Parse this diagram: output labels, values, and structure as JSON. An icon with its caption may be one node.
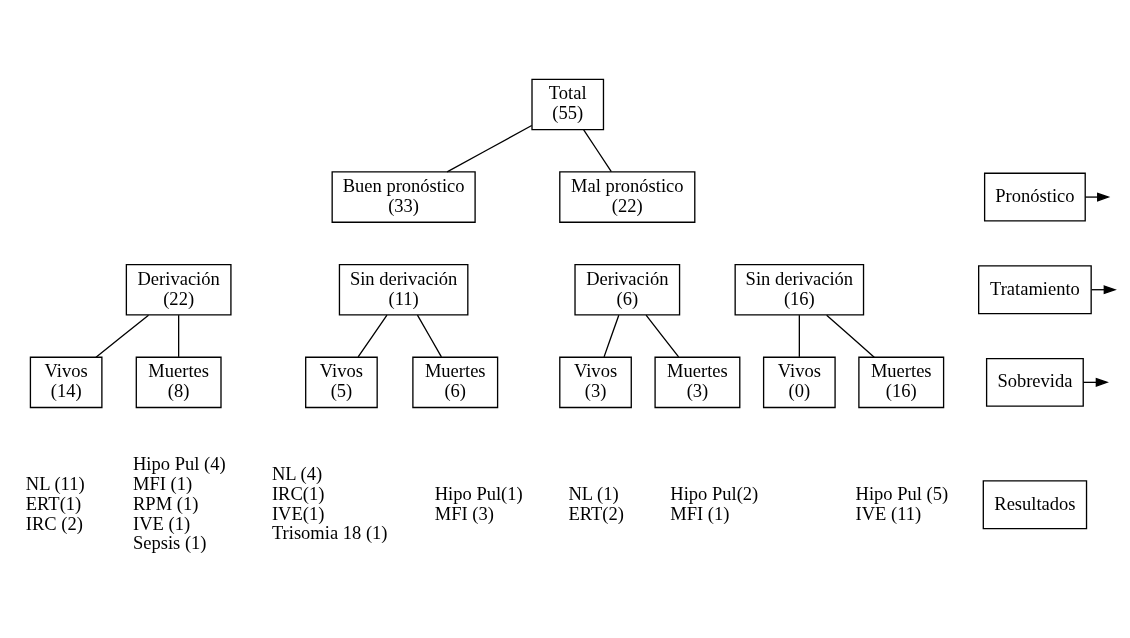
{
  "diagram": {
    "nodes": [
      {
        "text": [
          "Total",
          "(55)"
        ]
      },
      {
        "text": [
          "Buen pronóstico",
          "(33)"
        ]
      },
      {
        "text": [
          "Mal pronóstico",
          "(22)"
        ]
      },
      {
        "text": [
          "Derivación",
          "(22)"
        ]
      },
      {
        "text": [
          "Sin derivación",
          "(11)"
        ]
      },
      {
        "text": [
          "Derivación",
          "(6)"
        ]
      },
      {
        "text": [
          "Sin derivación",
          "(16)"
        ]
      },
      {
        "text": [
          "Vivos",
          "(14)"
        ],
        "beside": [
          "NL (11)",
          "ERT(1)",
          "IRC (2)"
        ]
      },
      {
        "text": [
          "Muertes",
          "(8)"
        ],
        "beside": [
          "Hipo Pul (4)",
          "MFI (1)",
          "RPM (1)",
          "IVE (1)",
          "Sepsis (1)"
        ]
      },
      {
        "text": [
          "Vivos",
          "(5)"
        ],
        "beside": [
          "NL (4)",
          "IRC(1)",
          "IVE(1)",
          "Trisomia 18 (1)"
        ]
      },
      {
        "text": [
          "Muertes",
          "(6)"
        ],
        "beside": [
          "Hipo Pul(1)",
          "MFI (3)"
        ]
      },
      {
        "text": [
          "Vivos",
          "(3)"
        ],
        "beside": [
          "NL (1)",
          "ERT(2)"
        ]
      },
      {
        "text": [
          "Muertes",
          "(3)"
        ],
        "beside": [
          "Hipo Pul(2)",
          "MFI (1)"
        ]
      },
      {
        "text": [
          "Vivos",
          "(0)"
        ]
      },
      {
        "text": [
          "Muertes",
          "(16)"
        ],
        "beside": [
          "Hipo Pul (5)",
          "IVE (11)"
        ]
      },
      {
        "text": [
          "Pronóstico"
        ]
      },
      {
        "text": [
          "Tratamiento"
        ]
      },
      {
        "text": [
          "Sobrevida"
        ]
      },
      {
        "text": [
          "Resultados"
        ]
      }
    ],
    "edges": [
      {
        "from": 0,
        "to": 1,
        "arrow": "none"
      },
      {
        "from": 0,
        "to": 2,
        "arrow": "none"
      },
      {
        "from": 3,
        "to": 7,
        "arrow": "none"
      },
      {
        "from": 3,
        "to": 8,
        "arrow": "none"
      },
      {
        "from": 4,
        "to": 9,
        "arrow": "none"
      },
      {
        "from": 4,
        "to": 10,
        "arrow": "none"
      },
      {
        "from": 5,
        "to": 11,
        "arrow": "none"
      },
      {
        "from": 5,
        "to": 12,
        "arrow": "none"
      },
      {
        "from": 6,
        "to": 13,
        "arrow": "none"
      },
      {
        "from": 6,
        "to": 14,
        "arrow": "none"
      },
      {
        "from": 15,
        "to": null,
        "arrow": "to"
      },
      {
        "from": 16,
        "to": null,
        "arrow": "to"
      },
      {
        "from": 17,
        "to": null,
        "arrow": "to"
      }
    ]
  }
}
